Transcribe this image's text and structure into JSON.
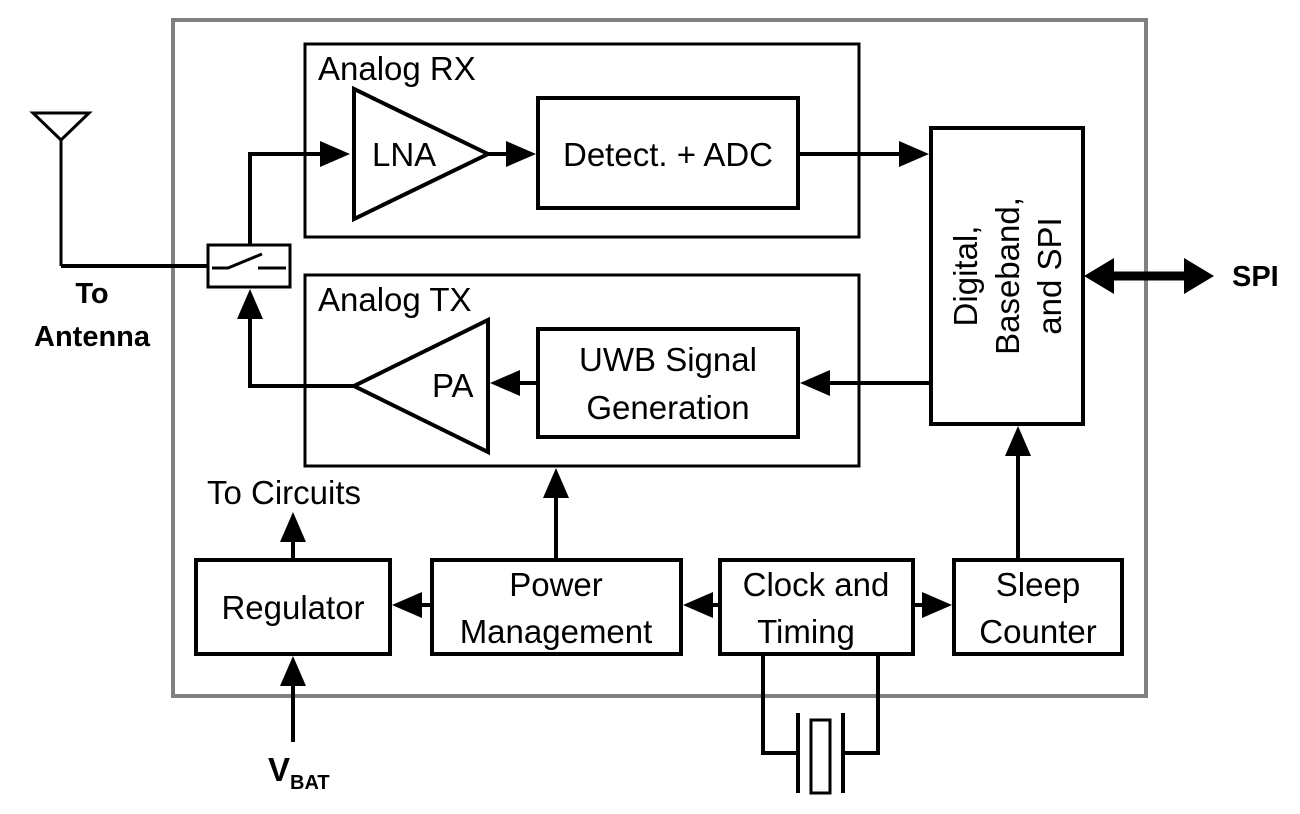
{
  "labels": {
    "analog_rx": "Analog RX",
    "analog_tx": "Analog TX",
    "lna": "LNA",
    "pa": "PA",
    "detect_adc": "Detect. + ADC",
    "uwb_line1": "UWB Signal",
    "uwb_line2": "Generation",
    "digital_line1": "Digital,",
    "digital_line2": "Baseband,",
    "digital_line3": "and SPI",
    "spi": "SPI",
    "to_antenna_line1": "To",
    "to_antenna_line2": "Antenna",
    "to_circuits": "To Circuits",
    "regulator": "Regulator",
    "power_line1": "Power",
    "power_line2": "Management",
    "clock_line1": "Clock and",
    "clock_line2": "Timing",
    "sleep_line1": "Sleep",
    "sleep_line2": "Counter",
    "vbat_main": "V",
    "vbat_sub": "BAT"
  }
}
